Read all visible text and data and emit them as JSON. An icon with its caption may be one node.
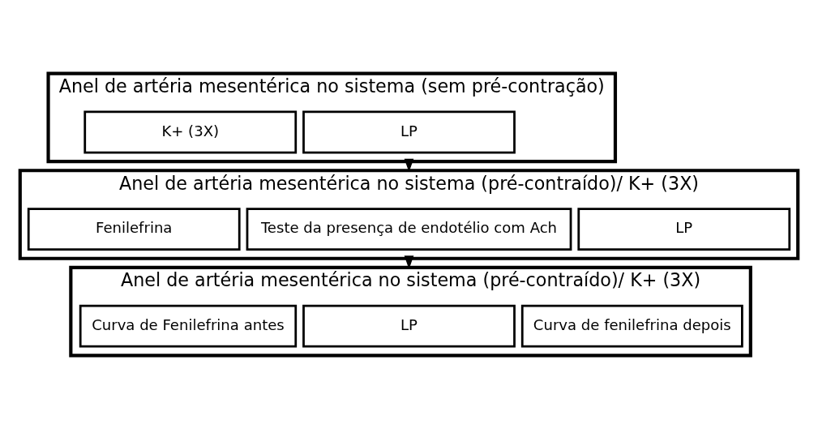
{
  "diagram": {
    "nodes": [
      {
        "text": [
          "Anel de artéria mesentérica no sistema (sem pré-contração)"
        ]
      },
      {
        "text": [
          "K+ (3X)"
        ],
        "in": 0
      },
      {
        "text": [
          "LP"
        ],
        "in": 0
      },
      {
        "text": [
          "Anel de artéria mesentérica no sistema (pré-contraído)/ K+ (3X)"
        ]
      },
      {
        "text": [
          "Fenilefrina"
        ],
        "in": 3
      },
      {
        "text": [
          "Teste da presença de endotélio com Ach"
        ],
        "in": 3
      },
      {
        "text": [
          "LP"
        ],
        "in": 3
      },
      {
        "text": [
          "Anel de artéria mesentérica no sistema (pré-contraído)/ K+ (3X)"
        ]
      },
      {
        "text": [
          "Curva de Fenilefrina antes"
        ],
        "in": 7
      },
      {
        "text": [
          "LP"
        ],
        "in": 7
      },
      {
        "text": [
          "Curva de fenilefrina depois"
        ],
        "in": 7
      }
    ],
    "edges": [
      {
        "from": 0,
        "to": 3,
        "arrow": "to"
      },
      {
        "from": 3,
        "to": 7,
        "arrow": "to"
      }
    ]
  }
}
